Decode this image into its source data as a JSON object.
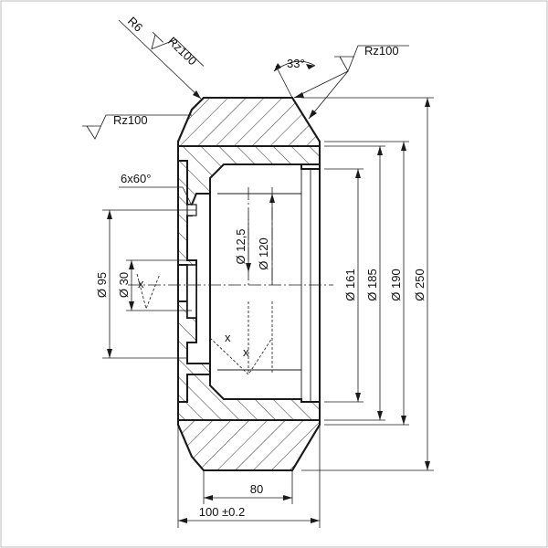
{
  "dimensions": {
    "d250": "Ø 250",
    "d190": "Ø 190",
    "d185": "Ø 185",
    "d161": "Ø 161",
    "d120": "Ø 120",
    "d12_5": "Ø 12,5",
    "d95": "Ø 95",
    "d30": "Ø 30",
    "w80": "80",
    "w100": "100 ±0.2",
    "chamfer": "6x60°",
    "angle": "33°",
    "radius": "R6"
  },
  "surface_finish": {
    "left": "Rz100",
    "top_left": "Rz100",
    "top_right": "Rz100"
  },
  "section_marks": {
    "x1": "x",
    "x2": "x",
    "x3": "x"
  }
}
